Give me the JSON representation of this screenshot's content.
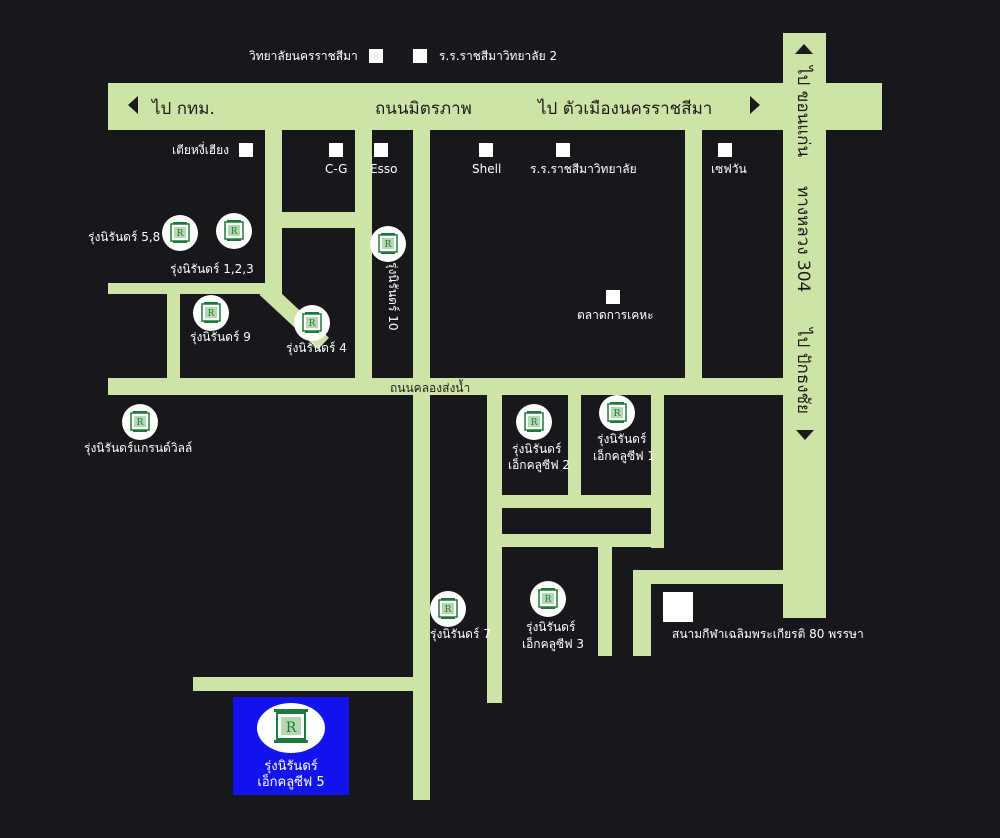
{
  "map": {
    "background_color": "#18171c",
    "road_color": "#cde4a6",
    "main_road": {
      "name": "ถนนมิตรภาพ",
      "to_left": "ไป  กทม.",
      "to_right": "ไป  ตัวเมืองนครราชสีมา"
    },
    "highway": {
      "to_top": "ไป  ขอนแก่น",
      "number": "ทางหลวง  304",
      "to_bottom": "ไป  ปักธงชัย"
    },
    "canal_road": {
      "name": "ถนนคลองส่งน้ำ"
    },
    "landmarks": {
      "nakhon_ratchasima_college": "วิทยาลัยนครราชสีมา",
      "school_2": "ร.ร.ราชสีมาวิทยาลัย 2",
      "tia_hui_hieng": "เตียหงี่เฮียง",
      "cg": "C-G",
      "esso": "Esso",
      "shell": "Shell",
      "school": "ร.ร.ราชสีมาวิทยาลัย",
      "seven_eleven": "เซฟวัน",
      "kehah_market": "ตลาดการเคหะ",
      "stadium": "สนามกีฬาเฉลิมพระเกียรติ 80 พรรษา"
    },
    "hotels": {
      "h58": "รุ่งนิรันดร์ 5,8",
      "h123": "รุ่งนิรันดร์ 1,2,3",
      "h10": "รุ่งนิรันดร์ 10",
      "h9": "รุ่งนิรันดร์ 9",
      "h4": "รุ่งนิรันดร์ 4",
      "grand_ville": "รุ่งนิรันดร์แกรนด์วิลล์",
      "exclusive2_line1": "รุ่งนิรันดร์",
      "exclusive2_line2": "เอ็กคลูซีฟ 2",
      "exclusive1_line1": "รุ่งนิรันดร์",
      "exclusive1_line2": "เอ็กคลูซีฟ 1",
      "h7": "รุ่งนิรันดร์ 7",
      "exclusive3_line1": "รุ่งนิรันดร์",
      "exclusive3_line2": "เอ็กคลูซีฟ 3",
      "exclusive5_line1": "รุ่งนิรันดร์",
      "exclusive5_line2": "เอ็กคลูซีฟ  5",
      "highlight_color": "#1313ee"
    }
  }
}
